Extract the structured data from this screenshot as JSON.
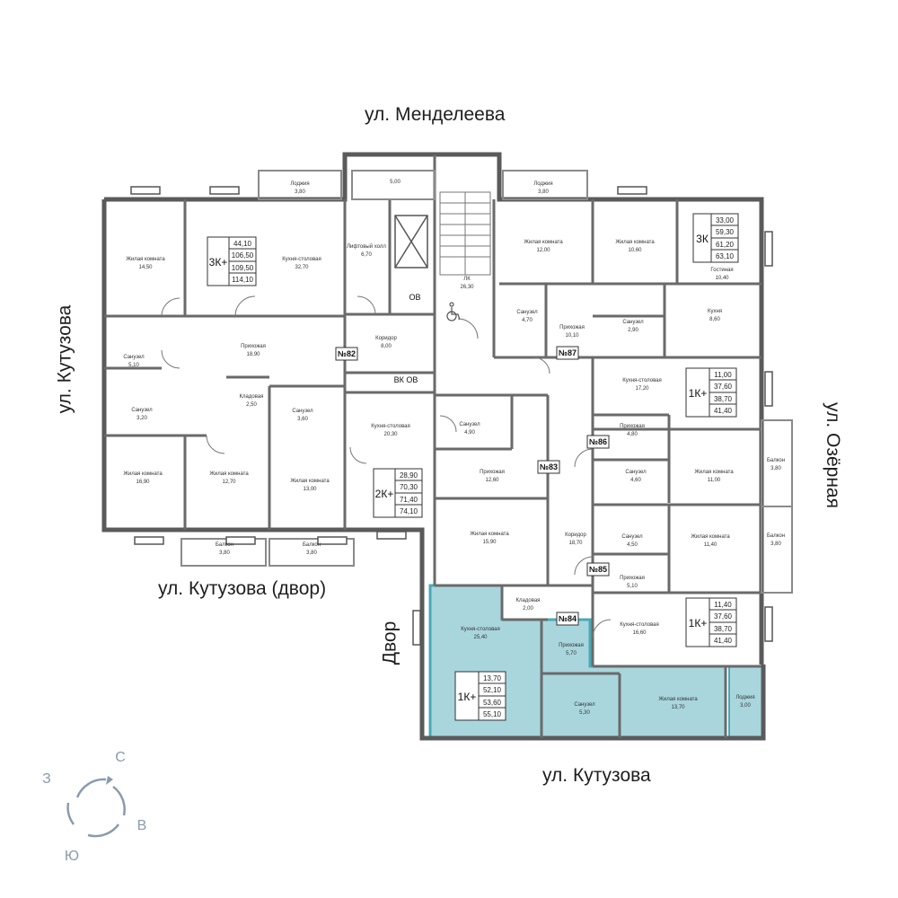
{
  "streets": {
    "north": "ул. Менделеева",
    "west": "ул. Кутузова",
    "east": "ул. Озёрная",
    "south": "ул. Кутузова",
    "yard_street": "ул. Кутузова (двор)",
    "yard": "Двор"
  },
  "compass": {
    "n": "С",
    "e": "В",
    "s": "Ю",
    "w": "З"
  },
  "colors": {
    "selected_fill": "#a9d6dd",
    "selected_stroke": "#4ba8b6",
    "wall": "#5a5a5a",
    "compass": "#8a9bad"
  },
  "apartment_numbers": {
    "a82": "№82",
    "a83": "№83",
    "a84": "№84",
    "a85": "№85",
    "a86": "№86",
    "a87": "№87"
  },
  "tags": {
    "ob1": "ОВ",
    "vk_ob": "ВК ОВ"
  },
  "badges": {
    "b3k_left": {
      "type": "3К+",
      "values": [
        "44,10",
        "106,50",
        "109,50",
        "114,10"
      ]
    },
    "b3k_right": {
      "type": "3К",
      "values": [
        "33,00",
        "59,30",
        "61,20",
        "63,10"
      ]
    },
    "b2k": {
      "type": "2К+",
      "values": [
        "28,90",
        "70,30",
        "71,40",
        "74,10"
      ]
    },
    "b1k_86": {
      "type": "1К+",
      "values": [
        "11,00",
        "37,60",
        "38,70",
        "41,40"
      ]
    },
    "b1k_85": {
      "type": "1К+",
      "values": [
        "11,40",
        "37,60",
        "38,70",
        "41,40"
      ]
    },
    "b1k_sel": {
      "type": "1К+",
      "values": [
        "13,70",
        "52,10",
        "53,60",
        "55,10"
      ]
    }
  },
  "rooms": [
    {
      "id": "r1",
      "name": "Лоджия",
      "area": "3,80"
    },
    {
      "id": "r2",
      "name": "",
      "area": "5,00"
    },
    {
      "id": "r3",
      "name": "Лоджия",
      "area": "3,80"
    },
    {
      "id": "r4",
      "name": "Жилая комната",
      "area": "14,50"
    },
    {
      "id": "r5",
      "name": "Кухня-столовая",
      "area": "32,70"
    },
    {
      "id": "r6",
      "name": "Лифтовый холл",
      "area": "6,70"
    },
    {
      "id": "r7",
      "name": "ЛК",
      "area": "26,30"
    },
    {
      "id": "r8",
      "name": "Жилая комната",
      "area": "12,00"
    },
    {
      "id": "r9",
      "name": "Жилая комната",
      "area": "10,60"
    },
    {
      "id": "r10",
      "name": "Гостиная",
      "area": "10,40"
    },
    {
      "id": "r11",
      "name": "Санузел",
      "area": "4,70"
    },
    {
      "id": "r12",
      "name": "Прихожая",
      "area": "10,10"
    },
    {
      "id": "r13",
      "name": "Санузел",
      "area": "2,90"
    },
    {
      "id": "r14",
      "name": "Кухня",
      "area": "8,60"
    },
    {
      "id": "r15",
      "name": "Санузел",
      "area": "5,10"
    },
    {
      "id": "r16",
      "name": "Прихожая",
      "area": "18,90"
    },
    {
      "id": "r17",
      "name": "Коридор",
      "area": "8,00"
    },
    {
      "id": "r18",
      "name": "Кухня-столовая",
      "area": "17,20"
    },
    {
      "id": "r19",
      "name": "Санузел",
      "area": "3,20"
    },
    {
      "id": "r20",
      "name": "Кладовая",
      "area": "2,50"
    },
    {
      "id": "r21",
      "name": "Санузел",
      "area": "3,60"
    },
    {
      "id": "r22",
      "name": "Кухня-столовая",
      "area": "20,30"
    },
    {
      "id": "r23",
      "name": "Санузел",
      "area": "4,90"
    },
    {
      "id": "r24",
      "name": "Прихожая",
      "area": "4,80"
    },
    {
      "id": "r25",
      "name": "Жилая комната",
      "area": "16,90"
    },
    {
      "id": "r26",
      "name": "Жилая комната",
      "area": "12,70"
    },
    {
      "id": "r27",
      "name": "Жилая комната",
      "area": "13,00"
    },
    {
      "id": "r28",
      "name": "Прихожая",
      "area": "12,60"
    },
    {
      "id": "r29",
      "name": "Санузел",
      "area": "4,60"
    },
    {
      "id": "r30",
      "name": "Жилая комната",
      "area": "11,00"
    },
    {
      "id": "r31",
      "name": "Балкон",
      "area": "3,80"
    },
    {
      "id": "r32",
      "name": "Жилая комната",
      "area": "15,90"
    },
    {
      "id": "r33",
      "name": "Коридор",
      "area": "18,70"
    },
    {
      "id": "r34",
      "name": "Санузел",
      "area": "4,50"
    },
    {
      "id": "r35",
      "name": "Жилая комната",
      "area": "11,40"
    },
    {
      "id": "r36",
      "name": "Балкон",
      "area": "3,80"
    },
    {
      "id": "r37",
      "name": "Балкон",
      "area": "3,80"
    },
    {
      "id": "r38",
      "name": "Балкон",
      "area": "3,80"
    },
    {
      "id": "r39",
      "name": "Прихожая",
      "area": "5,10"
    },
    {
      "id": "r40",
      "name": "Кладовая",
      "area": "2,00"
    },
    {
      "id": "r41",
      "name": "Кухня-столовая",
      "area": "25,40"
    },
    {
      "id": "r42",
      "name": "Прихожая",
      "area": "5,70"
    },
    {
      "id": "r43",
      "name": "Кухня-столовая",
      "area": "16,60"
    },
    {
      "id": "r44",
      "name": "Санузел",
      "area": "5,30"
    },
    {
      "id": "r45",
      "name": "Жилая комната",
      "area": "13,70"
    },
    {
      "id": "r46",
      "name": "Лоджия",
      "area": "3,00"
    }
  ]
}
